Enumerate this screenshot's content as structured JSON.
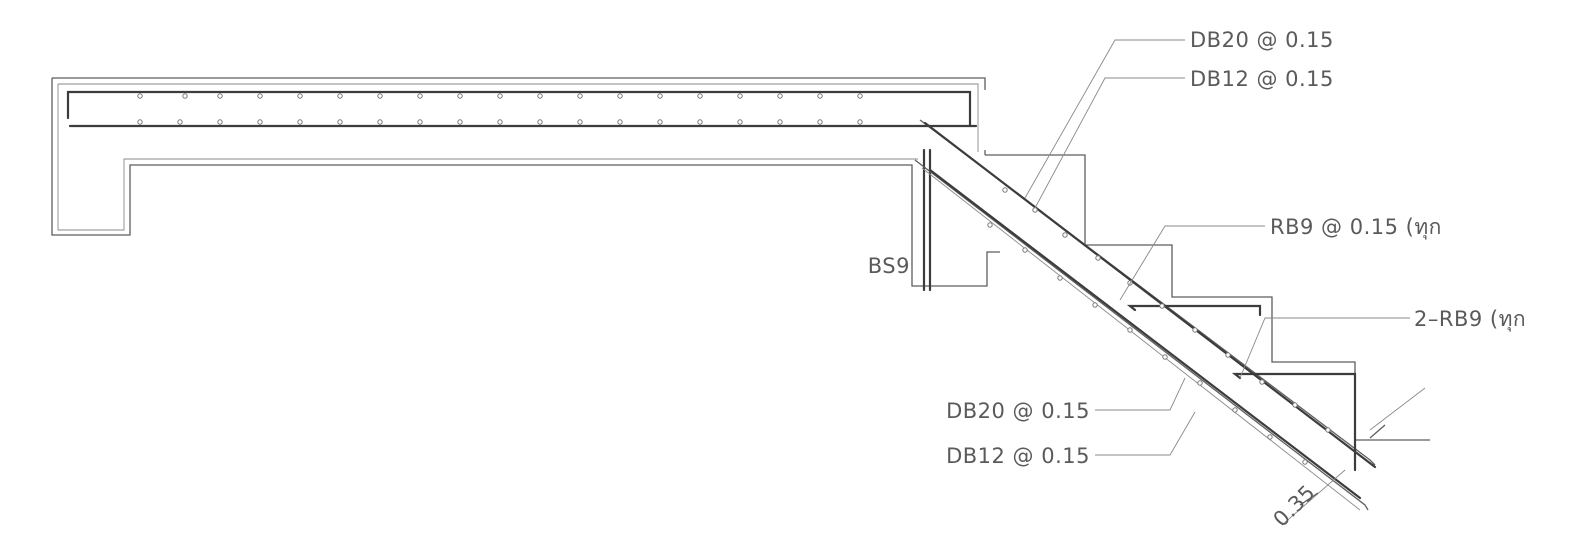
{
  "labels": {
    "top_db20": "DB20  @  0.15",
    "top_db12": "DB12  @  0.15",
    "rb9": "RB9  @  0.15  (ทุก",
    "two_rb9": "2–RB9  (ทุก",
    "bs9": "BS9",
    "bot_db20": "DB20  @  0.15",
    "bot_db12": "DB12  @  0.15",
    "dim_035": "0.35"
  }
}
